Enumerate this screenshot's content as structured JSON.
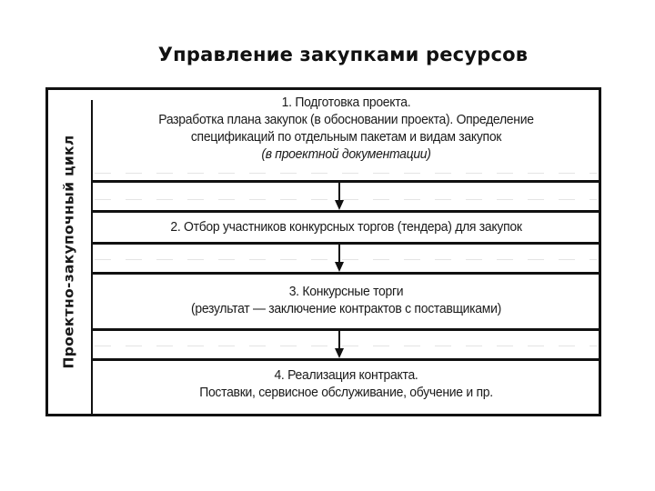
{
  "title": "Управление закупками ресурсов",
  "diagram": {
    "side_label": "Проектно-закупочный цикл",
    "steps": [
      {
        "id": 1,
        "lines": [
          "1. Подготовка проекта.",
          "Разработка плана закупок (в обосновании проекта). Определение",
          "спецификаций по отдельным пакетам и видам закупок",
          "(в проектной документации)"
        ]
      },
      {
        "id": 2,
        "lines": [
          "2. Отбор участников конкурсных торгов (тендера) для закупок"
        ]
      },
      {
        "id": 3,
        "lines": [
          "3. Конкурсные торги",
          "(результат — заключение контрактов с поставщиками)"
        ]
      },
      {
        "id": 4,
        "lines": [
          "4. Реализация контракта.",
          "Поставки, сервисное обслуживание, обучение и пр."
        ]
      }
    ],
    "arrows": [
      {
        "from": 1,
        "to": 2,
        "icon": "arrow-down"
      },
      {
        "from": 2,
        "to": 3,
        "icon": "arrow-down"
      },
      {
        "from": 3,
        "to": 4,
        "icon": "arrow-down"
      }
    ]
  }
}
